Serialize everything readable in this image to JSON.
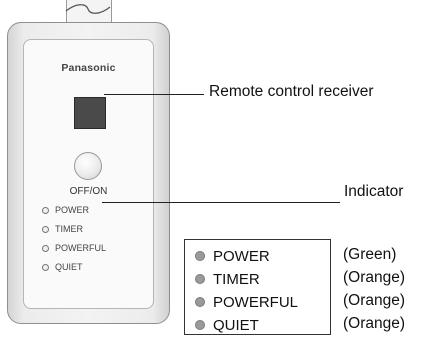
{
  "unit": {
    "brand": "Panasonic",
    "button_label": "OFF/ON",
    "indicators": [
      "POWER",
      "TIMER",
      "POWERFUL",
      "QUIET"
    ]
  },
  "callouts": {
    "receiver": "Remote control receiver",
    "indicator": "Indicator"
  },
  "legend": {
    "rows": [
      {
        "name": "POWER",
        "color": "(Green)"
      },
      {
        "name": "TIMER",
        "color": "(Orange)"
      },
      {
        "name": "POWERFUL",
        "color": "(Orange)"
      },
      {
        "name": "QUIET",
        "color": "(Orange)"
      }
    ]
  }
}
